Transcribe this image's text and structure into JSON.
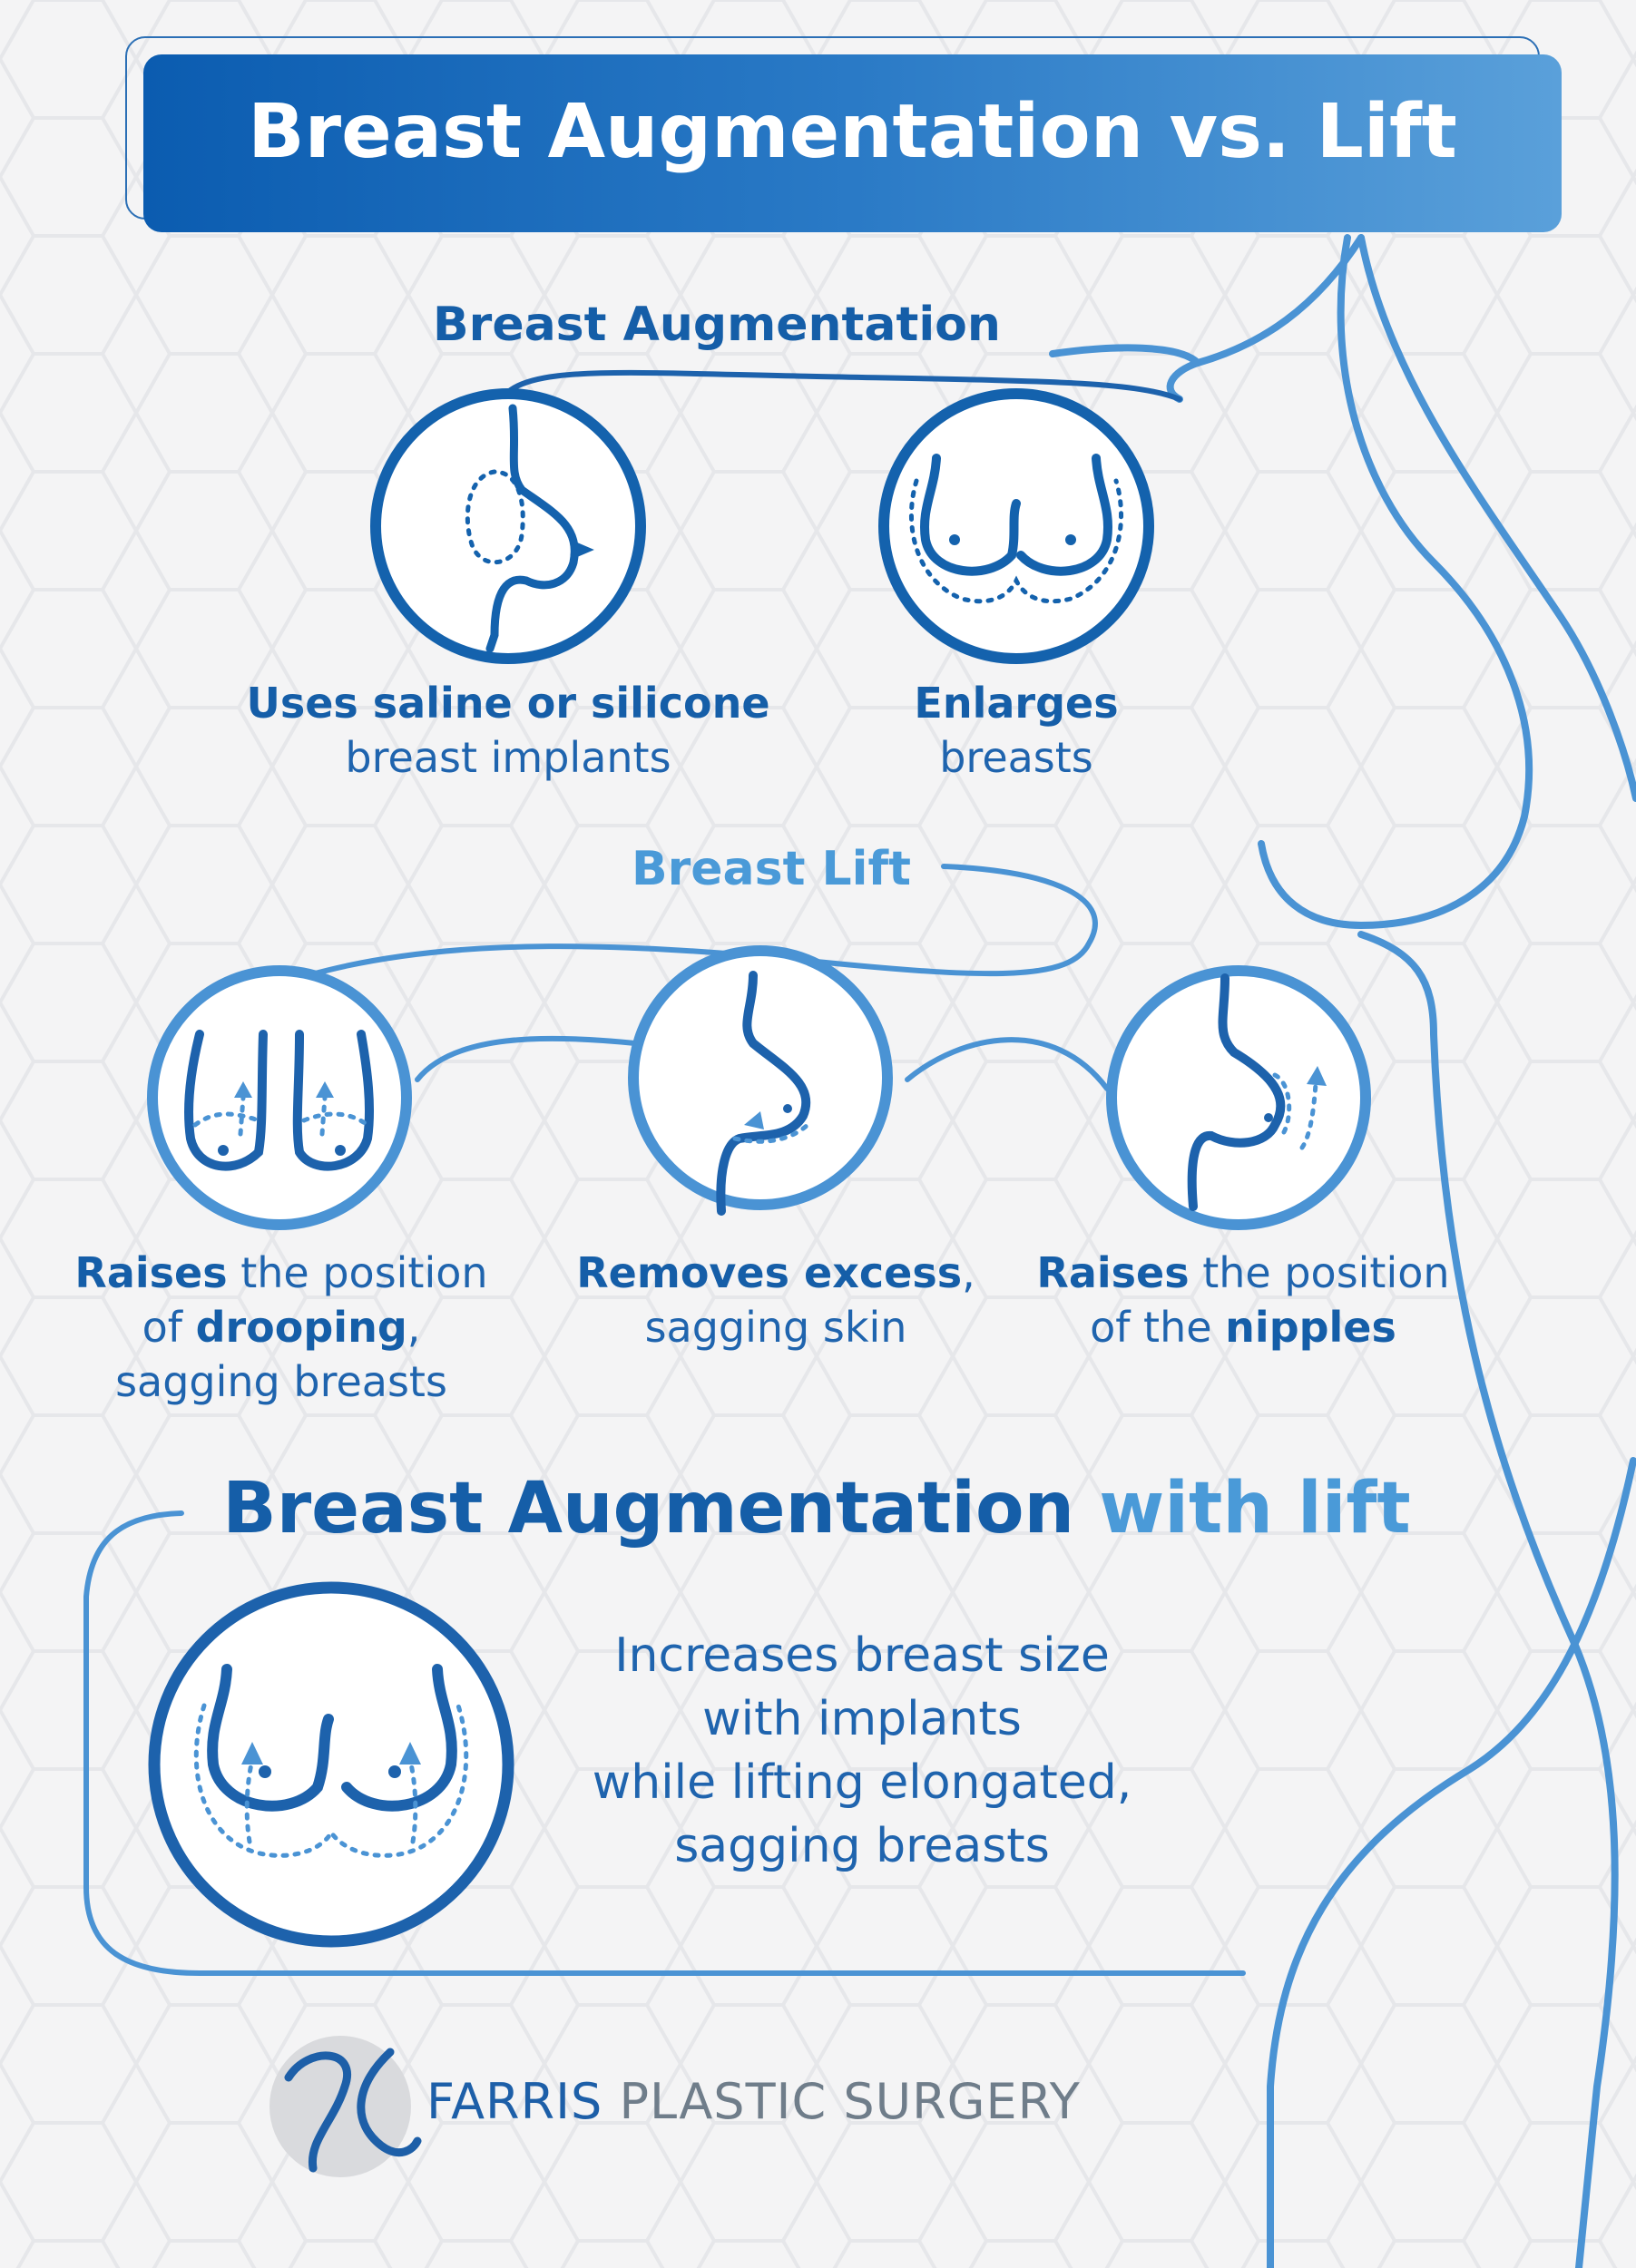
{
  "header": {
    "title": "Breast Augmentation vs. Lift"
  },
  "augmentation": {
    "heading": "Breast Augmentation",
    "items": [
      {
        "bold": "Uses saline or silicone",
        "rest": "breast implants"
      },
      {
        "bold": "Enlarges",
        "rest": "breasts"
      }
    ]
  },
  "lift": {
    "heading": "Breast Lift",
    "items": [
      {
        "b1": "Raises",
        "t1": " the position",
        "t2": "of ",
        "b2": "drooping",
        "t3": ",",
        "t4": "sagging breasts"
      },
      {
        "b1": "Removes excess",
        "t1": ",",
        "t2": "sagging skin"
      },
      {
        "b1": "Raises",
        "t1": " the position",
        "t2": "of the ",
        "b2": "nipples"
      }
    ]
  },
  "combo": {
    "heading_bold": "Breast Augmentation",
    "heading_light": "with lift",
    "lines": [
      "Increases breast size",
      "with implants",
      "while lifting elongated,",
      "sagging breasts"
    ]
  },
  "footer": {
    "brand_bold": "FARRIS",
    "brand_rest": "PLASTIC SURGERY"
  },
  "colors": {
    "dark_blue": "#1462ad",
    "light_blue": "#4a9ad8",
    "background": "#f4f4f5",
    "logo_gray": "#6f7d8a"
  }
}
